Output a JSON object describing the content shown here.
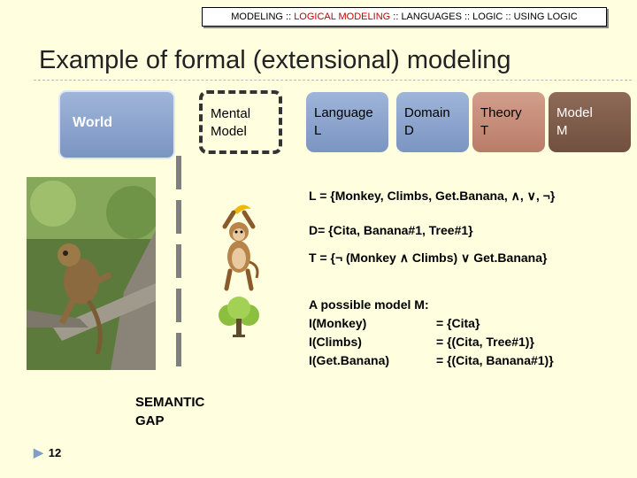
{
  "breadcrumb": {
    "item1": "MODELING",
    "sep1": " :: ",
    "item2": "LOGICAL MODELING",
    "sep2": " :: ",
    "item3": "LANGUAGES",
    "sep3": " :: ",
    "item4": "LOGIC",
    "sep4": " :: ",
    "item5": "USING LOGIC"
  },
  "title": "Example of formal (extensional) modeling",
  "boxes": {
    "world": "World",
    "mental": "Mental\nModel",
    "language": "Language\nL",
    "domain": "Domain\nD",
    "theory": "Theory\nT",
    "model": "Model\nM"
  },
  "formulas": {
    "language": "L = {Monkey, Climbs, Get.Banana, ∧, ∨, ¬}",
    "domain": "D= {Cita, Banana#1, Tree#1}",
    "theory": "T = {¬ (Monkey ∧ Climbs) ∨ Get.Banana}"
  },
  "model_interpretation": {
    "heading": "A possible model M:",
    "rows": [
      {
        "term": "I(Monkey)",
        "value": "= {Cita}"
      },
      {
        "term": "I(Climbs)",
        "value": "= {(Cita, Tree#1)}"
      },
      {
        "term": "I(Get.Banana)",
        "value": "= {(Cita, Banana#1)}"
      }
    ]
  },
  "semantic_gap": "SEMANTIC\nGAP",
  "slide_number": "12",
  "colors": {
    "background": "#ffffe0",
    "breadcrumb_active": "#c00000",
    "blue_box": "#8aa3cf",
    "theory_box": "#c48d79",
    "model_box": "#7e5c4a",
    "gap_line": "#7f7f7f"
  },
  "icons": {
    "slide_arrow": "triangle-right-icon",
    "monkey_photo": "monkey-photo",
    "monkey_banana": "monkey-banana-icon",
    "tree": "tree-icon"
  }
}
